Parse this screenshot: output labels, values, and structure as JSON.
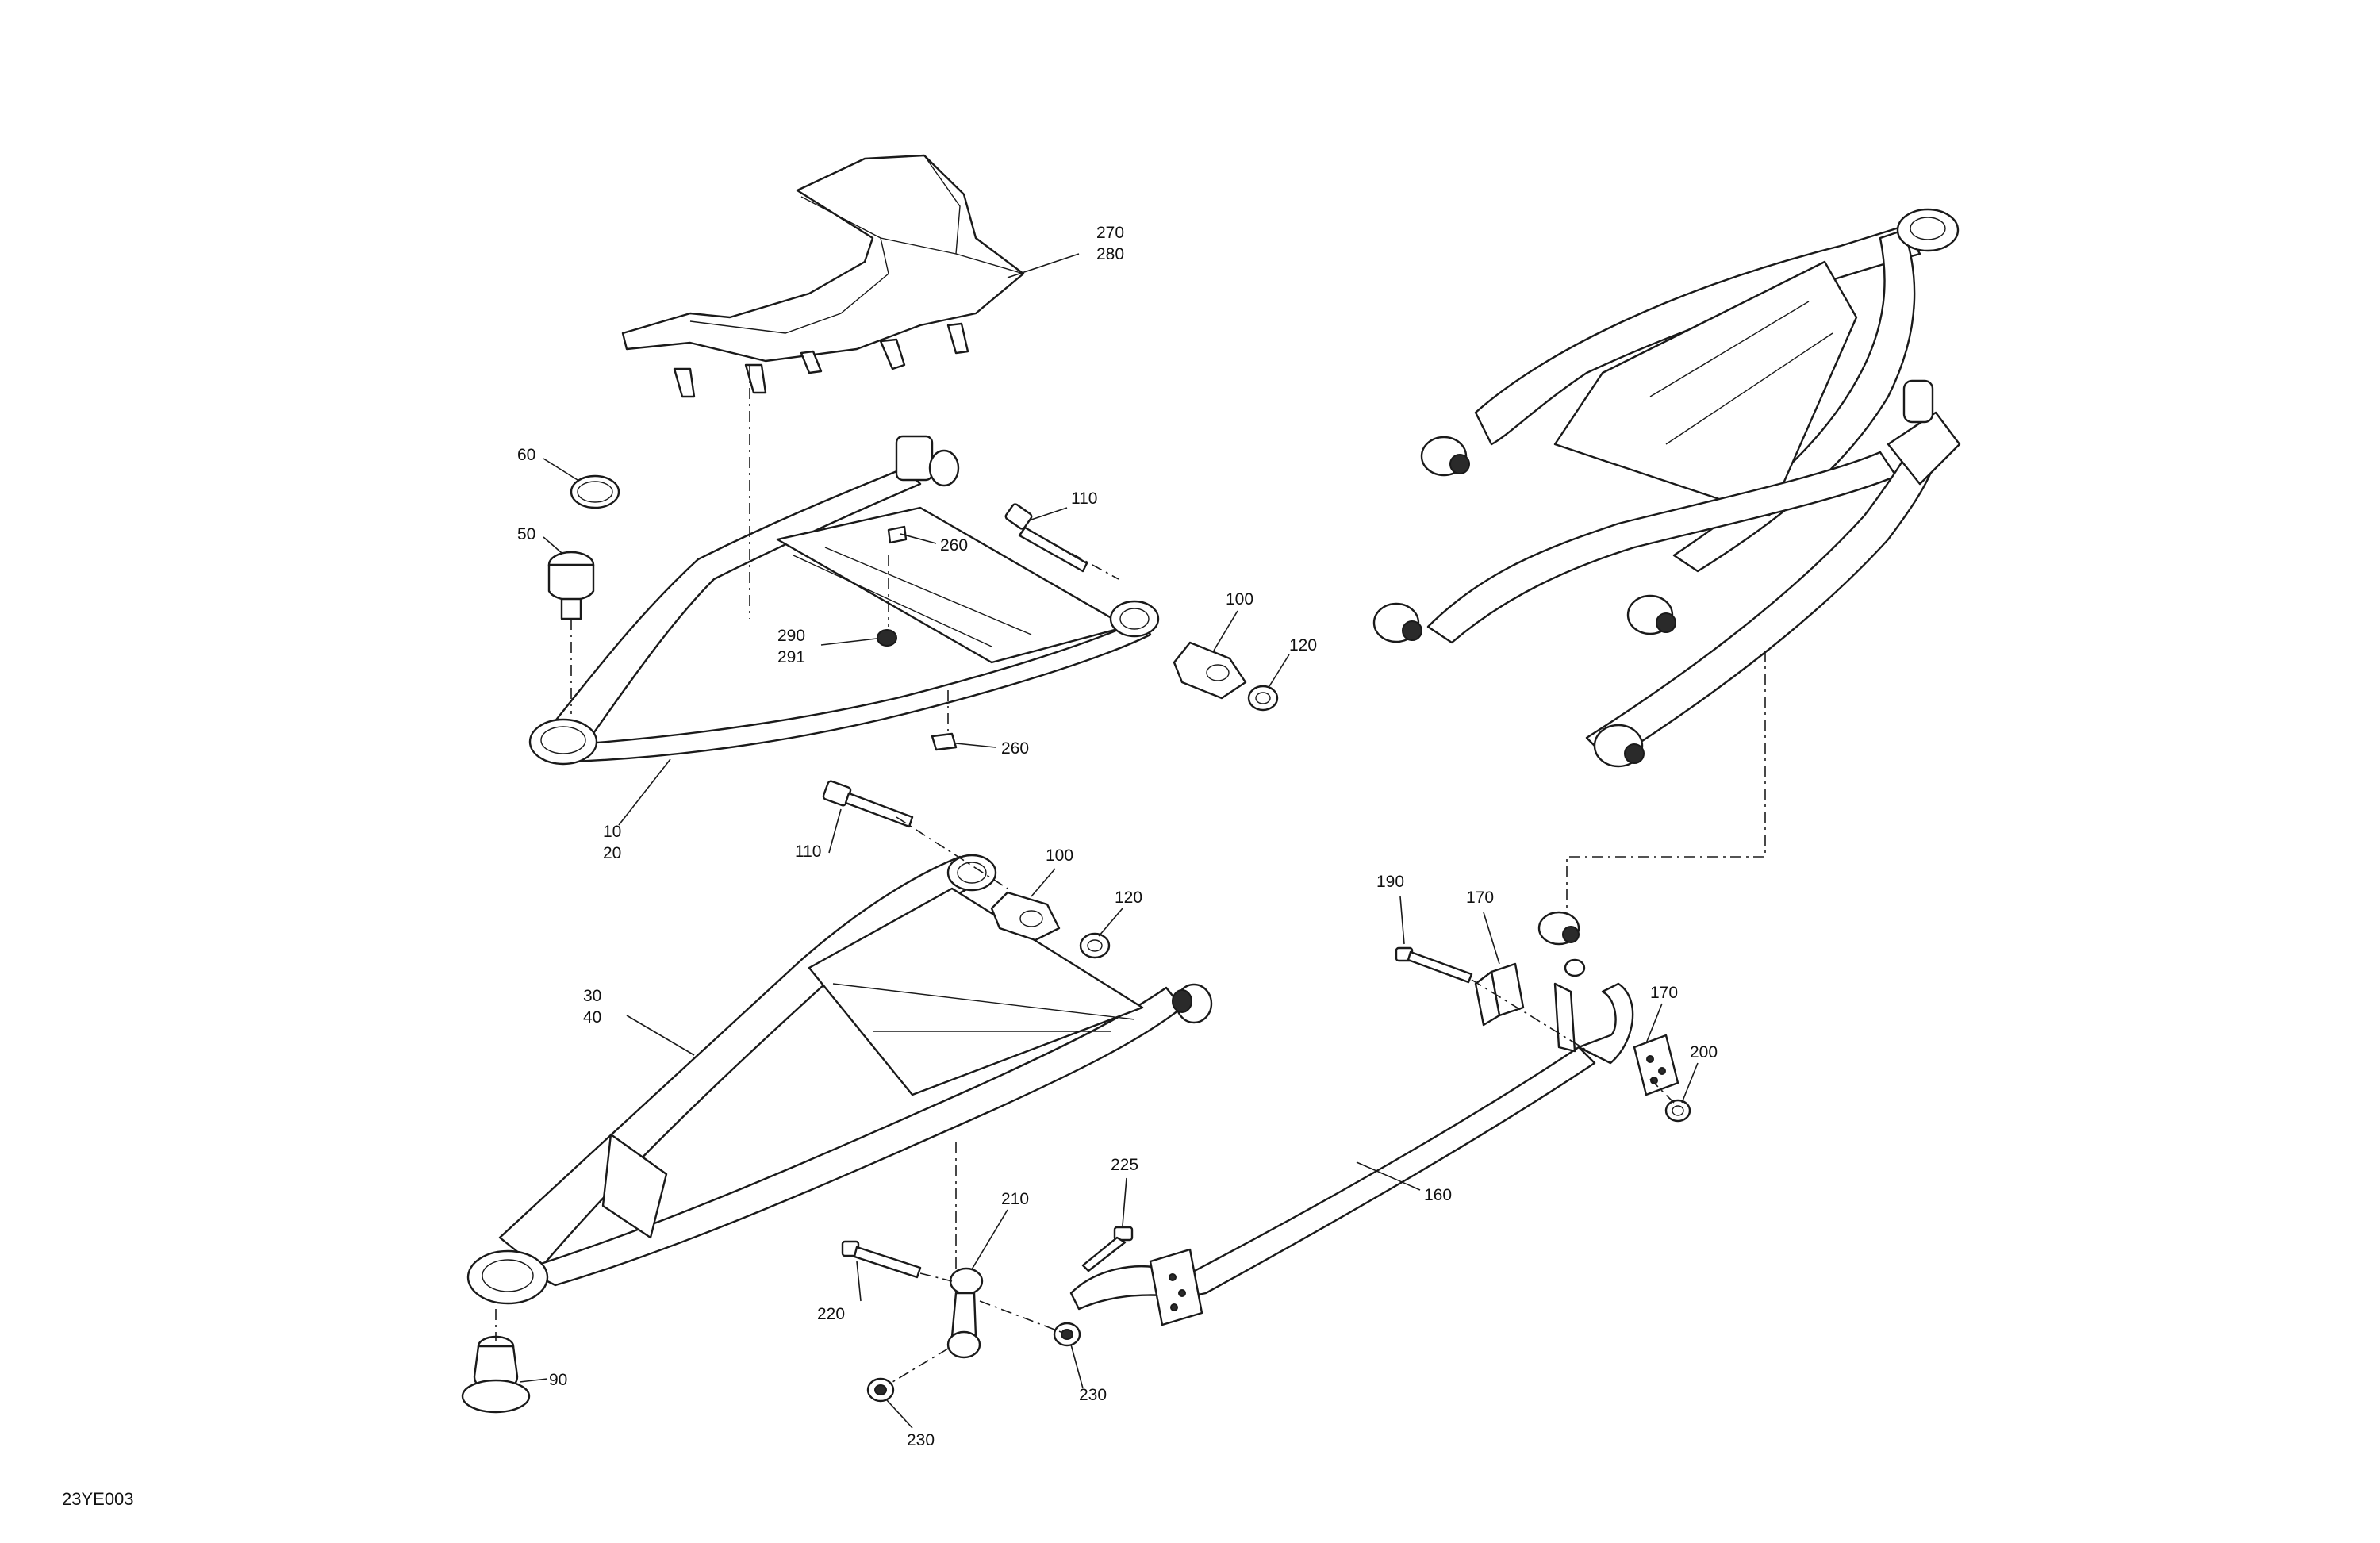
{
  "figure_id": "23YE003",
  "callouts": {
    "c270": "270",
    "c280": "280",
    "c60": "60",
    "c50": "50",
    "c110a": "110",
    "c260a": "260",
    "c290": "290",
    "c291": "291",
    "c100a": "100",
    "c120a": "120",
    "c260b": "260",
    "c10": "10",
    "c20": "20",
    "c110b": "110",
    "c100b": "100",
    "c120b": "120",
    "c30": "30",
    "c40": "40",
    "c190": "190",
    "c170a": "170",
    "c170b": "170",
    "c200": "200",
    "c160": "160",
    "c225": "225",
    "c210": "210",
    "c220": "220",
    "c230a": "230",
    "c230b": "230",
    "c90": "90"
  }
}
